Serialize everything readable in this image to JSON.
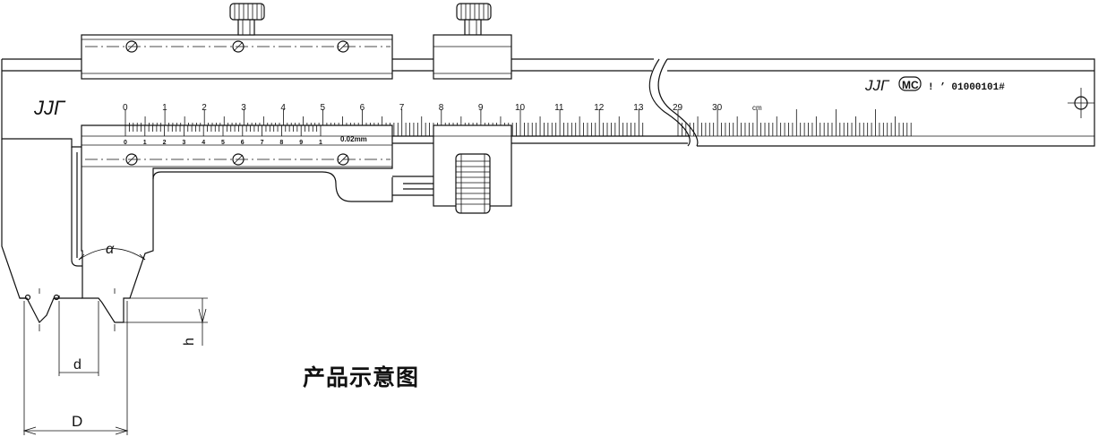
{
  "caption": "产品示意图",
  "brand_mark": "JJΓ",
  "mc_mark": "MC",
  "serial": "! ’ 01000101#",
  "resolution": "0.02mm",
  "main_scale": {
    "labels_left": [
      "0",
      "1",
      "2",
      "3",
      "4",
      "5",
      "6",
      "7",
      "8",
      "9",
      "10",
      "11",
      "12",
      "13"
    ],
    "labels_right": [
      "29",
      "30"
    ],
    "unit": "cm"
  },
  "vernier_labels": [
    "0",
    "1",
    "2",
    "3",
    "4",
    "5",
    "6",
    "7",
    "8",
    "9",
    "1"
  ],
  "dimension_labels": {
    "alpha": "α",
    "d": "d",
    "D": "D",
    "h": "h"
  },
  "icons": [
    "clamp-screw-icon",
    "fine-adjust-knob-icon",
    "crosshair-hole-icon"
  ]
}
